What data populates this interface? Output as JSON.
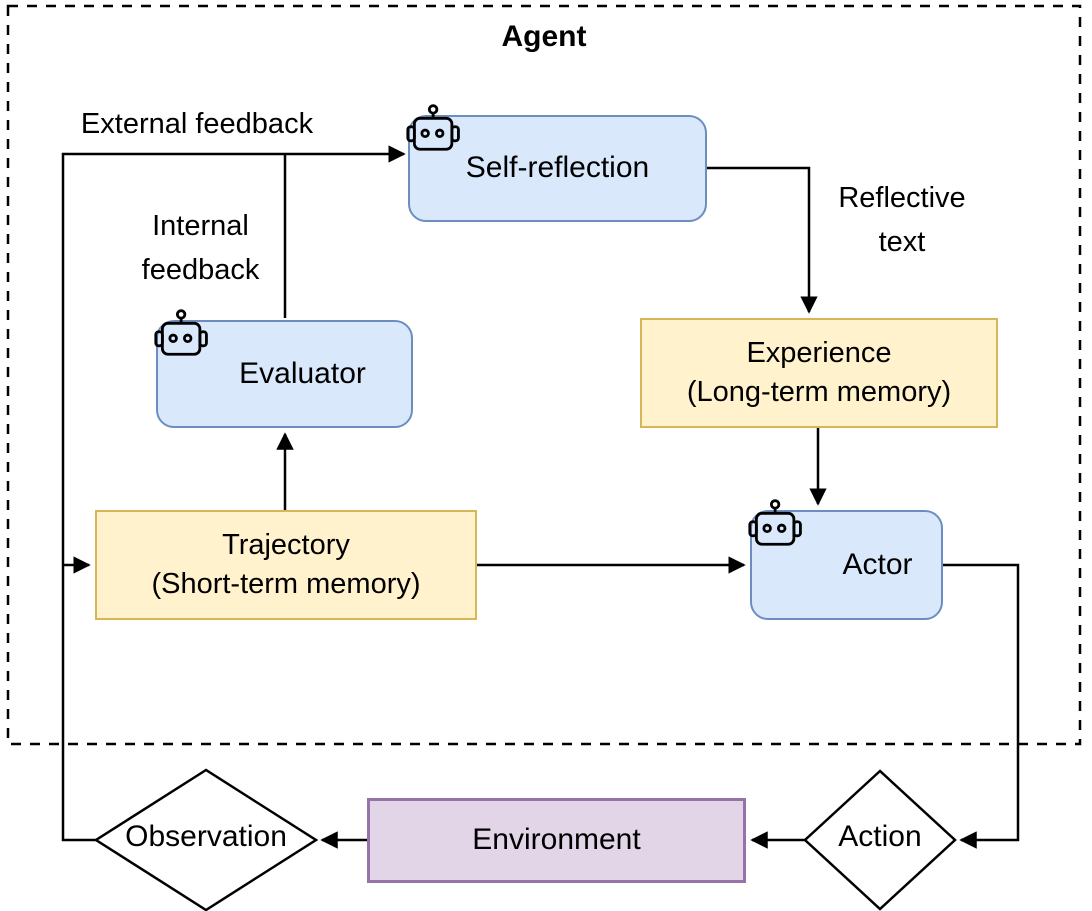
{
  "diagram": {
    "title": "Agent",
    "nodes": {
      "self_reflection": {
        "label": "Self-reflection",
        "icon": "robot-icon",
        "fill": "#dae8fc",
        "stroke": "#6c8ebf"
      },
      "evaluator": {
        "label": "Evaluator",
        "icon": "robot-icon",
        "fill": "#dae8fc",
        "stroke": "#6c8ebf"
      },
      "actor": {
        "label": "Actor",
        "icon": "robot-icon",
        "fill": "#dae8fc",
        "stroke": "#6c8ebf"
      },
      "experience": {
        "label": "Experience\n(Long-term memory)",
        "fill": "#fff2cc",
        "stroke": "#d6b656"
      },
      "trajectory": {
        "label": "Trajectory\n(Short-term memory)",
        "fill": "#fff2cc",
        "stroke": "#d6b656"
      },
      "environment": {
        "label": "Environment",
        "fill": "#e1d5e7",
        "stroke": "#9673a6"
      },
      "observation": {
        "label": "Observation",
        "shape": "diamond"
      },
      "action": {
        "label": "Action",
        "shape": "diamond"
      }
    },
    "edge_labels": {
      "external_feedback": "External feedback",
      "internal_feedback": "Internal\nfeedback",
      "reflective_text": "Reflective\ntext"
    },
    "edges": [
      {
        "from": "observation",
        "to": "self_reflection",
        "label": "External feedback"
      },
      {
        "from": "observation",
        "to": "trajectory"
      },
      {
        "from": "evaluator",
        "to": "self_reflection",
        "label": "Internal feedback"
      },
      {
        "from": "trajectory",
        "to": "evaluator"
      },
      {
        "from": "self_reflection",
        "to": "experience",
        "label": "Reflective text"
      },
      {
        "from": "experience",
        "to": "actor"
      },
      {
        "from": "trajectory",
        "to": "actor"
      },
      {
        "from": "actor",
        "to": "action"
      },
      {
        "from": "action",
        "to": "environment"
      },
      {
        "from": "environment",
        "to": "observation"
      }
    ],
    "colors": {
      "line": "#000000",
      "agent_boundary": "dashed-black"
    }
  }
}
